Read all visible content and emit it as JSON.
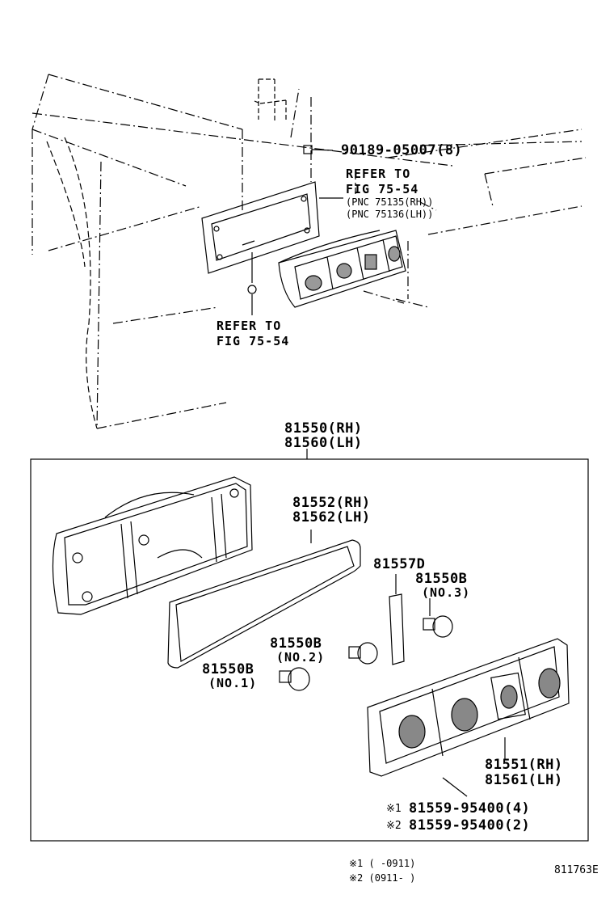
{
  "labels": {
    "nut": "90189-05007(8)",
    "refer_top_1": "REFER TO",
    "refer_top_2": "FIG 75-54",
    "pnc_rh": "(PNC 75135(RH))",
    "pnc_lh": "(PNC 75136(LH))",
    "refer_bottom_1": "REFER TO",
    "refer_bottom_2": "FIG 75-54",
    "assy_rh": "81550(RH)",
    "assy_lh": "81560(LH)",
    "gasket_rh": "81552(RH)",
    "gasket_lh": "81562(LH)",
    "part_81557d": "81557D",
    "bulb3_part": "81550B",
    "bulb3_no": "(NO.3)",
    "bulb2_part": "81550B",
    "bulb2_no": "(NO.2)",
    "bulb1_part": "81550B",
    "bulb1_no": "(NO.1)",
    "lens_rh": "81551(RH)",
    "lens_lh": "81561(LH)",
    "screw_1_mark": "※1",
    "screw_1": "81559-95400(4)",
    "screw_2_mark": "※2",
    "screw_2": "81559-95400(2)",
    "note_1": "※1 (      -0911)",
    "note_2": "※2 (0911-      )",
    "figure_code": "811763E"
  }
}
